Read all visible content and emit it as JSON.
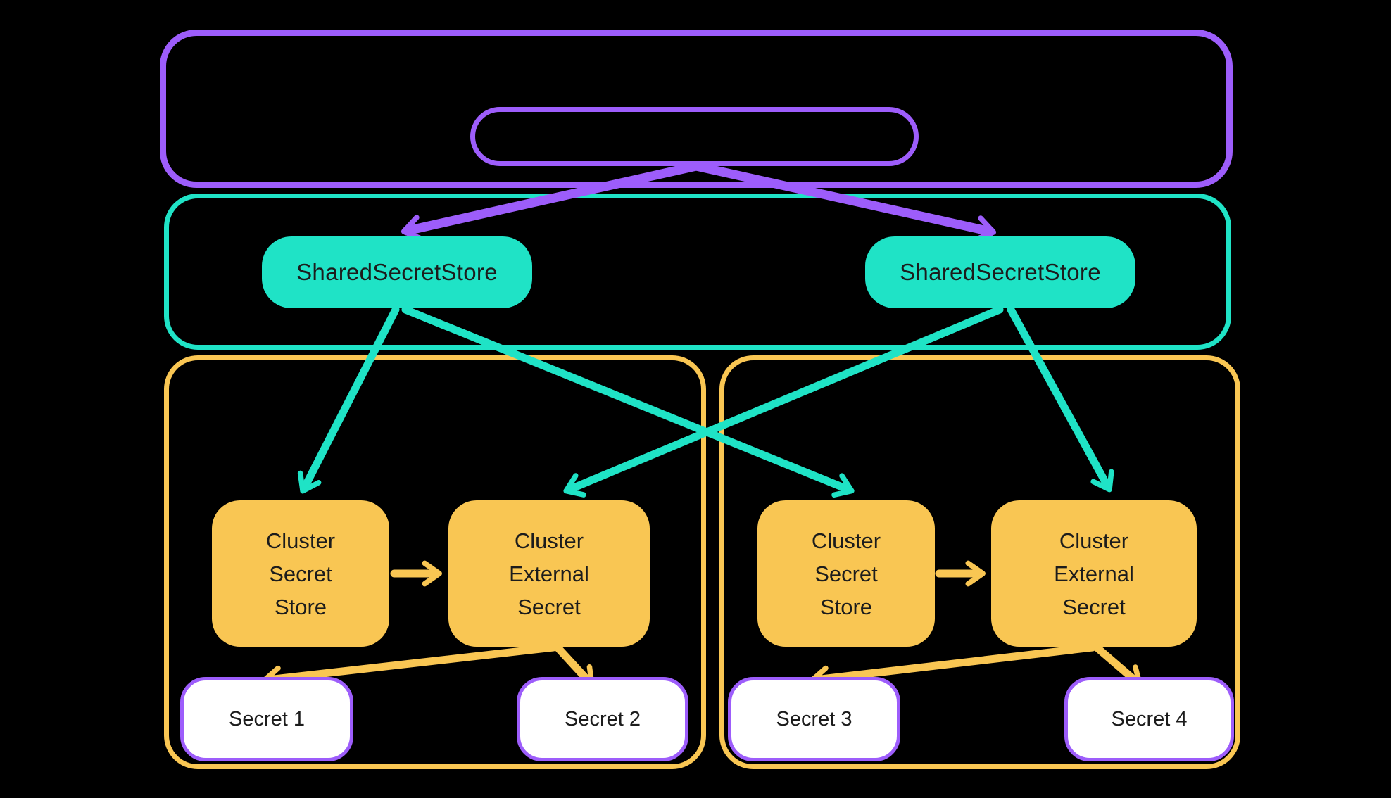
{
  "page": {
    "background": "#000000"
  },
  "palette": {
    "purple": "#9D5DFB",
    "teal": "#1FE3C6",
    "yellow": "#F9C653",
    "text_dark": "#1C1C1C",
    "secret_fill": "#FFFFFF",
    "background": "#000000"
  },
  "nodes": {
    "shared_secret_store_left": {
      "label": "SharedSecretStore"
    },
    "shared_secret_store_right": {
      "label": "SharedSecretStore"
    },
    "cluster_secret_store_left": {
      "label": "Cluster\nSecret\nStore"
    },
    "cluster_external_secret_left": {
      "label": "Cluster\nExternal\nSecret"
    },
    "cluster_secret_store_right": {
      "label": "Cluster\nSecret\nStore"
    },
    "cluster_external_secret_right": {
      "label": "Cluster\nExternal\nSecret"
    },
    "secret_1": {
      "label": "Secret 1"
    },
    "secret_2": {
      "label": "Secret 2"
    },
    "secret_3": {
      "label": "Secret 3"
    },
    "secret_4": {
      "label": "Secret 4"
    }
  },
  "edges": [
    {
      "from": "top_pill",
      "to": "shared_secret_store_left",
      "color": "purple"
    },
    {
      "from": "top_pill",
      "to": "shared_secret_store_right",
      "color": "purple"
    },
    {
      "from": "shared_secret_store_left",
      "to": "cluster_secret_store_left",
      "color": "teal"
    },
    {
      "from": "shared_secret_store_left",
      "to": "cluster_secret_store_right",
      "color": "teal"
    },
    {
      "from": "shared_secret_store_right",
      "to": "cluster_external_secret_left",
      "color": "teal"
    },
    {
      "from": "shared_secret_store_right",
      "to": "cluster_external_secret_right",
      "color": "teal"
    },
    {
      "from": "cluster_secret_store_left",
      "to": "cluster_external_secret_left",
      "color": "yellow"
    },
    {
      "from": "cluster_secret_store_right",
      "to": "cluster_external_secret_right",
      "color": "yellow"
    },
    {
      "from": "cluster_external_secret_left",
      "to": "secret_1",
      "color": "yellow"
    },
    {
      "from": "cluster_external_secret_left",
      "to": "secret_2",
      "color": "yellow"
    },
    {
      "from": "cluster_external_secret_right",
      "to": "secret_3",
      "color": "yellow"
    },
    {
      "from": "cluster_external_secret_right",
      "to": "secret_4",
      "color": "yellow"
    }
  ]
}
